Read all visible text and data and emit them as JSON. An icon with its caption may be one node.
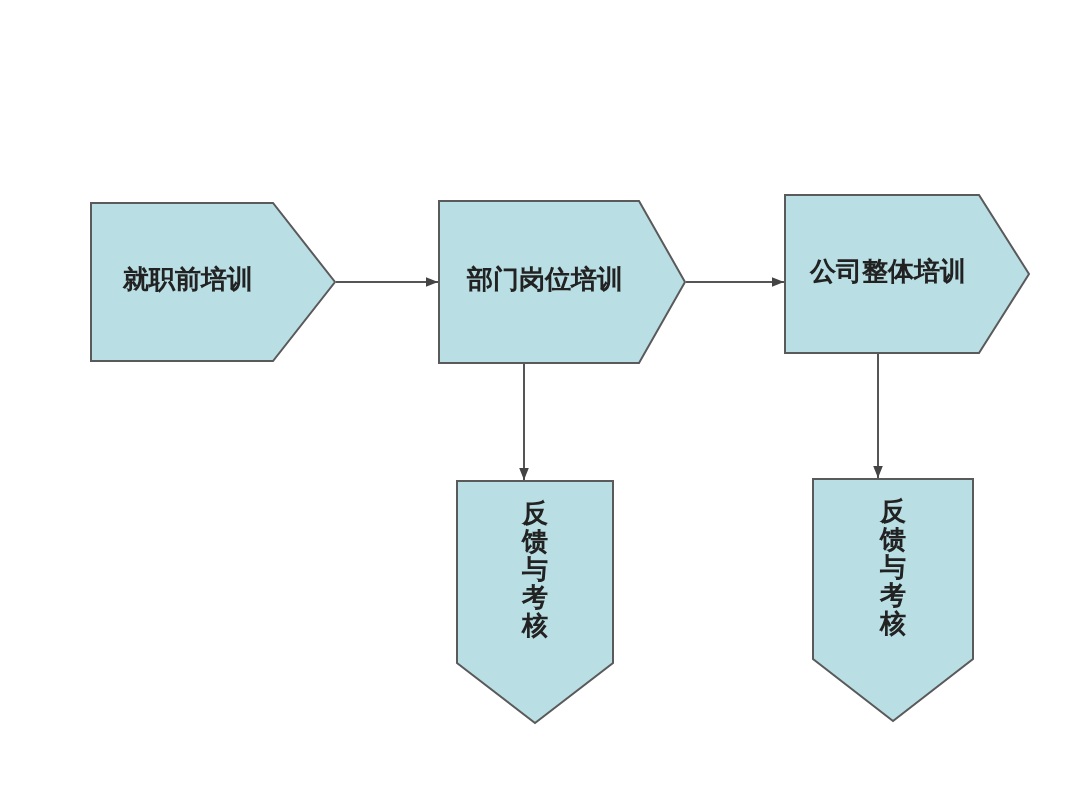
{
  "diagram": {
    "nodes": [
      {
        "text": [
          "就职前培训"
        ]
      },
      {
        "text": [
          "部门岗位培训"
        ]
      },
      {
        "text": [
          "公司整体培训"
        ]
      },
      {
        "text": [
          "反馈与考核"
        ]
      },
      {
        "text": [
          "反馈与考核"
        ]
      }
    ],
    "edges": [
      {
        "from": 0,
        "to": 1,
        "arrow": "to"
      },
      {
        "from": 1,
        "to": 2,
        "arrow": "to"
      },
      {
        "from": 1,
        "to": 3,
        "arrow": "to"
      },
      {
        "from": 2,
        "to": 4,
        "arrow": "to"
      }
    ]
  }
}
